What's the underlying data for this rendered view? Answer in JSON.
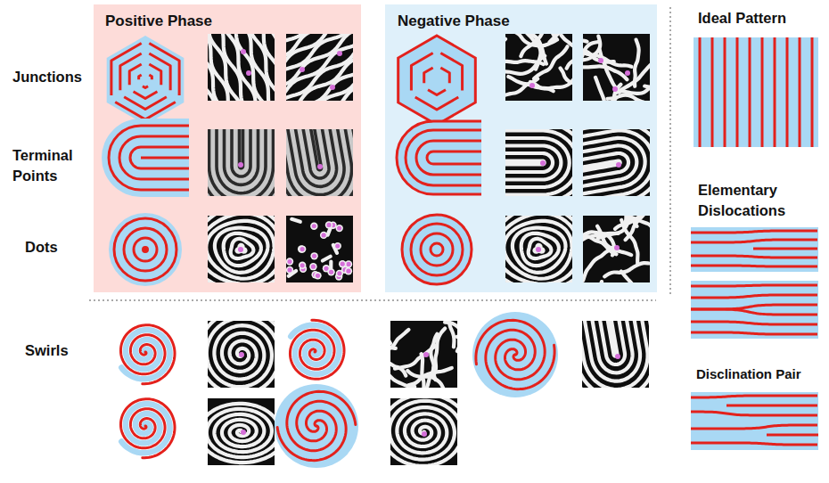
{
  "diagram": {
    "nodes": [
      {
        "text": [
          "Positive Phase"
        ]
      },
      {
        "text": [
          "Negative Phase"
        ]
      }
    ],
    "labels": [
      "Junctions",
      "Terminal Points",
      "Dots",
      "Swirls",
      "Ideal Pattern",
      "Elementary Dislocations",
      "Disclination Pair"
    ]
  }
}
